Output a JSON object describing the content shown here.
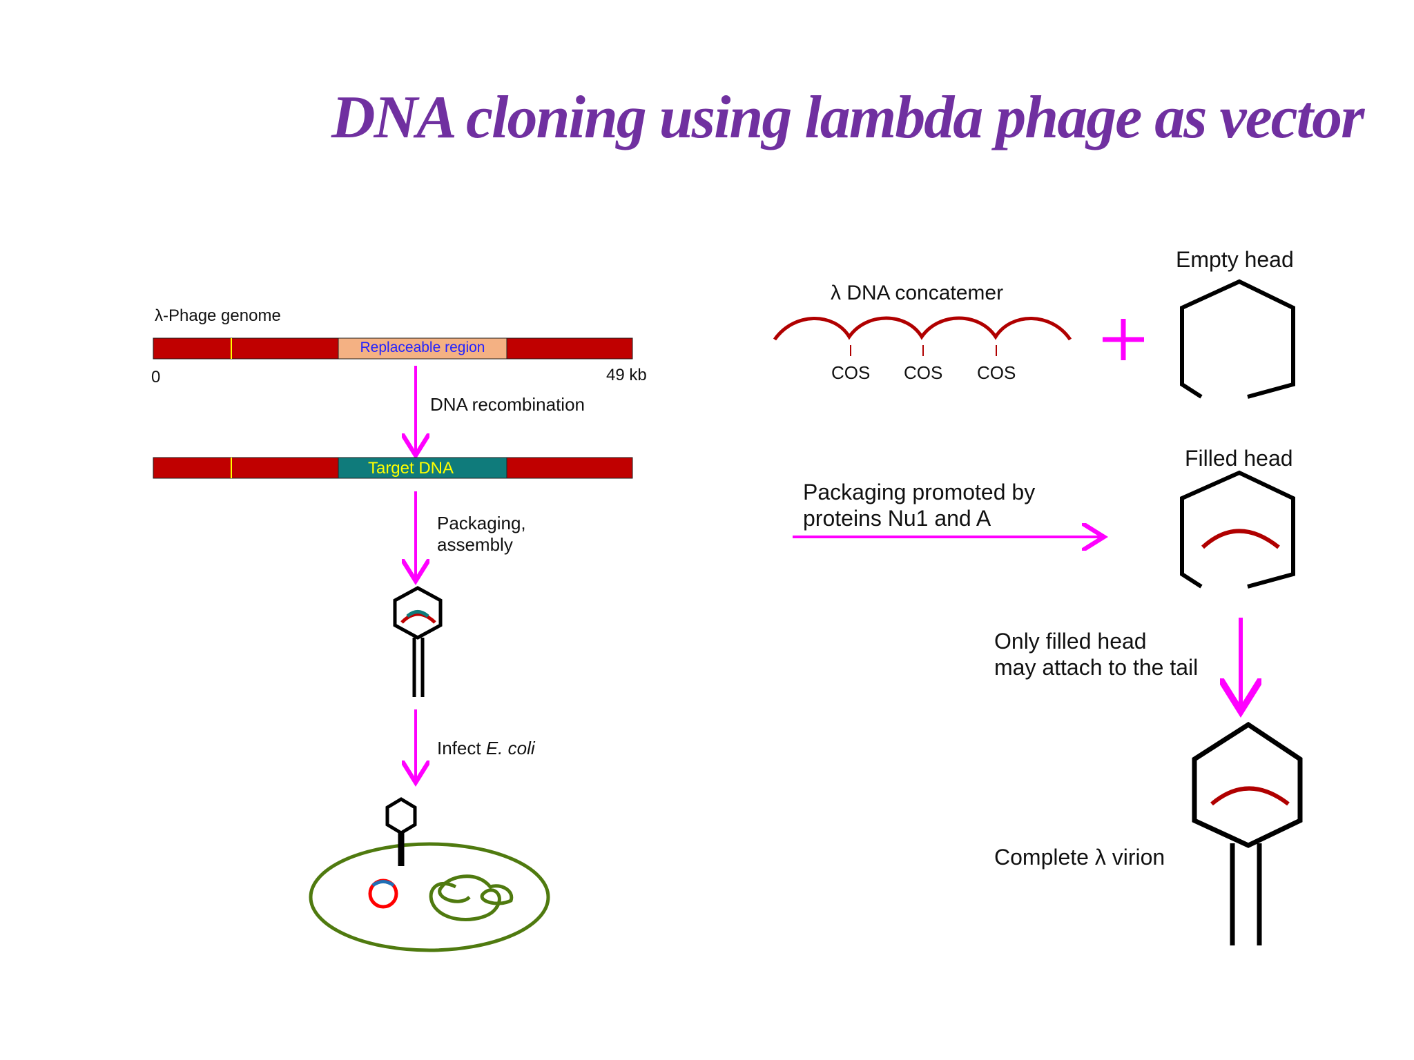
{
  "title": "DNA cloning using lambda phage as vector",
  "left_panel": {
    "genome_label": "λ-Phage genome",
    "replaceable_label": "Replaceable region",
    "scale_start": "0",
    "scale_end": "49 kb",
    "step1": "DNA recombination",
    "target_label": "Target DNA",
    "step2_line1": "Packaging,",
    "step2_line2": "assembly",
    "step3_prefix": "Infect ",
    "step3_organism": "E. coli"
  },
  "right_panel": {
    "concatemer_label": "λ DNA concatemer",
    "cos_labels": [
      "COS",
      "COS",
      "COS"
    ],
    "plus": "+",
    "empty_head": "Empty head",
    "filled_head": "Filled head",
    "packaging_line1": "Packaging promoted by",
    "packaging_line2": "proteins Nu1 and A",
    "attach_line1": "Only filled head",
    "attach_line2": "may attach to the tail",
    "complete_label": "Complete λ virion"
  },
  "colors": {
    "title": "#7030a0",
    "arrow": "#ff00ff",
    "genome_bar": "#c00000",
    "replaceable": "#f4b183",
    "target_dna": "#0f7b7b",
    "dna_strand": "#b00000",
    "cell": "#4f7a0f"
  }
}
